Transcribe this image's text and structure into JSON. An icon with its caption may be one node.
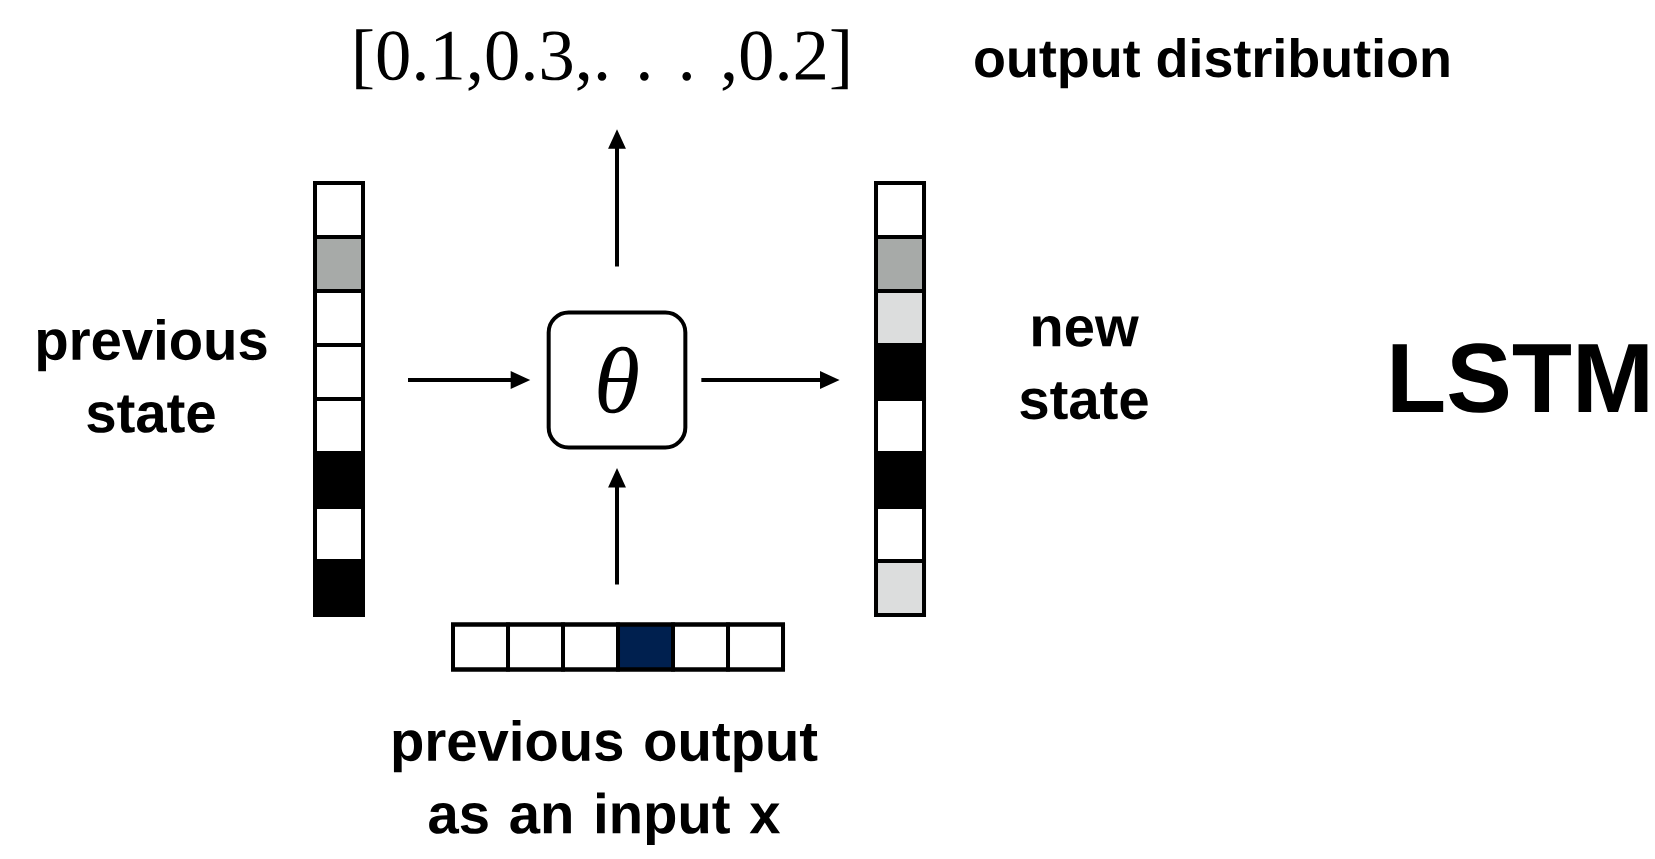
{
  "diagram": {
    "nodes": [
      {
        "text": [],
        "shape": "bar",
        "beside": [
          "previous state"
        ]
      },
      {
        "text": [
          "θ"
        ]
      },
      {
        "text": [],
        "shape": "bar",
        "beside": [
          "new state"
        ]
      },
      {
        "text": [],
        "shape": "bar",
        "beside": [
          "previous output as an input x"
        ]
      },
      {
        "text": [
          "[0.1,0.3,. . . ,0.2]"
        ],
        "beside": [
          "output distribution"
        ]
      }
    ],
    "edges": [
      {
        "from": 0,
        "to": 1,
        "arrow": "to"
      },
      {
        "from": 1,
        "to": 2,
        "arrow": "to"
      },
      {
        "from": 3,
        "to": 1,
        "arrow": "to"
      },
      {
        "from": 1,
        "to": 4,
        "arrow": "to"
      }
    ],
    "labels": [
      "LSTM"
    ]
  }
}
